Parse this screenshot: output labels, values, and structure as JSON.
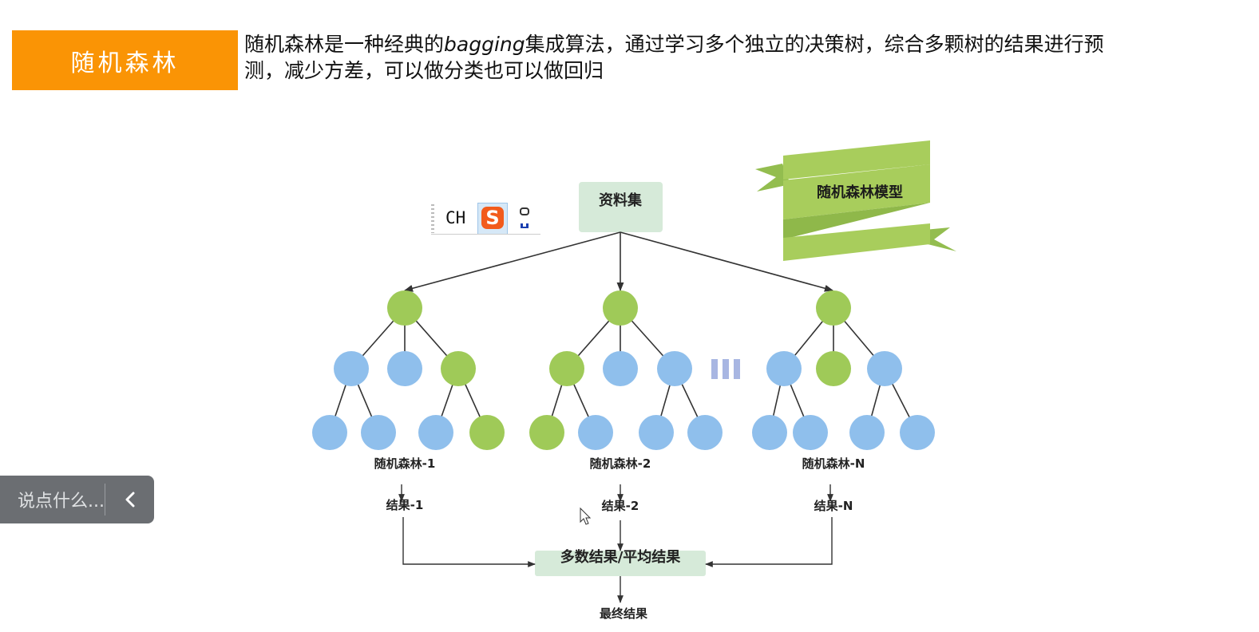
{
  "header": {
    "title": "随机森林",
    "desc_part1": "随机森林是一种经典的",
    "desc_em": "bagging",
    "desc_part2": "集成算法，通过学习多个独立的决策树，综合多颗树的结果进行预测，减少方差，可以做分类也可以做回归"
  },
  "diagram": {
    "dataset": "资料集",
    "banner": "随机森林模型",
    "trees": [
      {
        "name": "随机森林-1",
        "result": "结果-1"
      },
      {
        "name": "随机森林-2",
        "result": "结果-2"
      },
      {
        "name": "随机森林-N",
        "result": "结果-N"
      }
    ],
    "aggregate": "多数结果/平均结果",
    "final": "最终结果",
    "colors": {
      "green": "#9fca58",
      "blue": "#8fbfec",
      "box": "#d6ead9",
      "orange": "#fa9405"
    }
  },
  "ime": {
    "mode": "CH",
    "logo": "S"
  },
  "comment_bar": {
    "placeholder": "说点什么...",
    "icon": "chevron-left-icon"
  }
}
